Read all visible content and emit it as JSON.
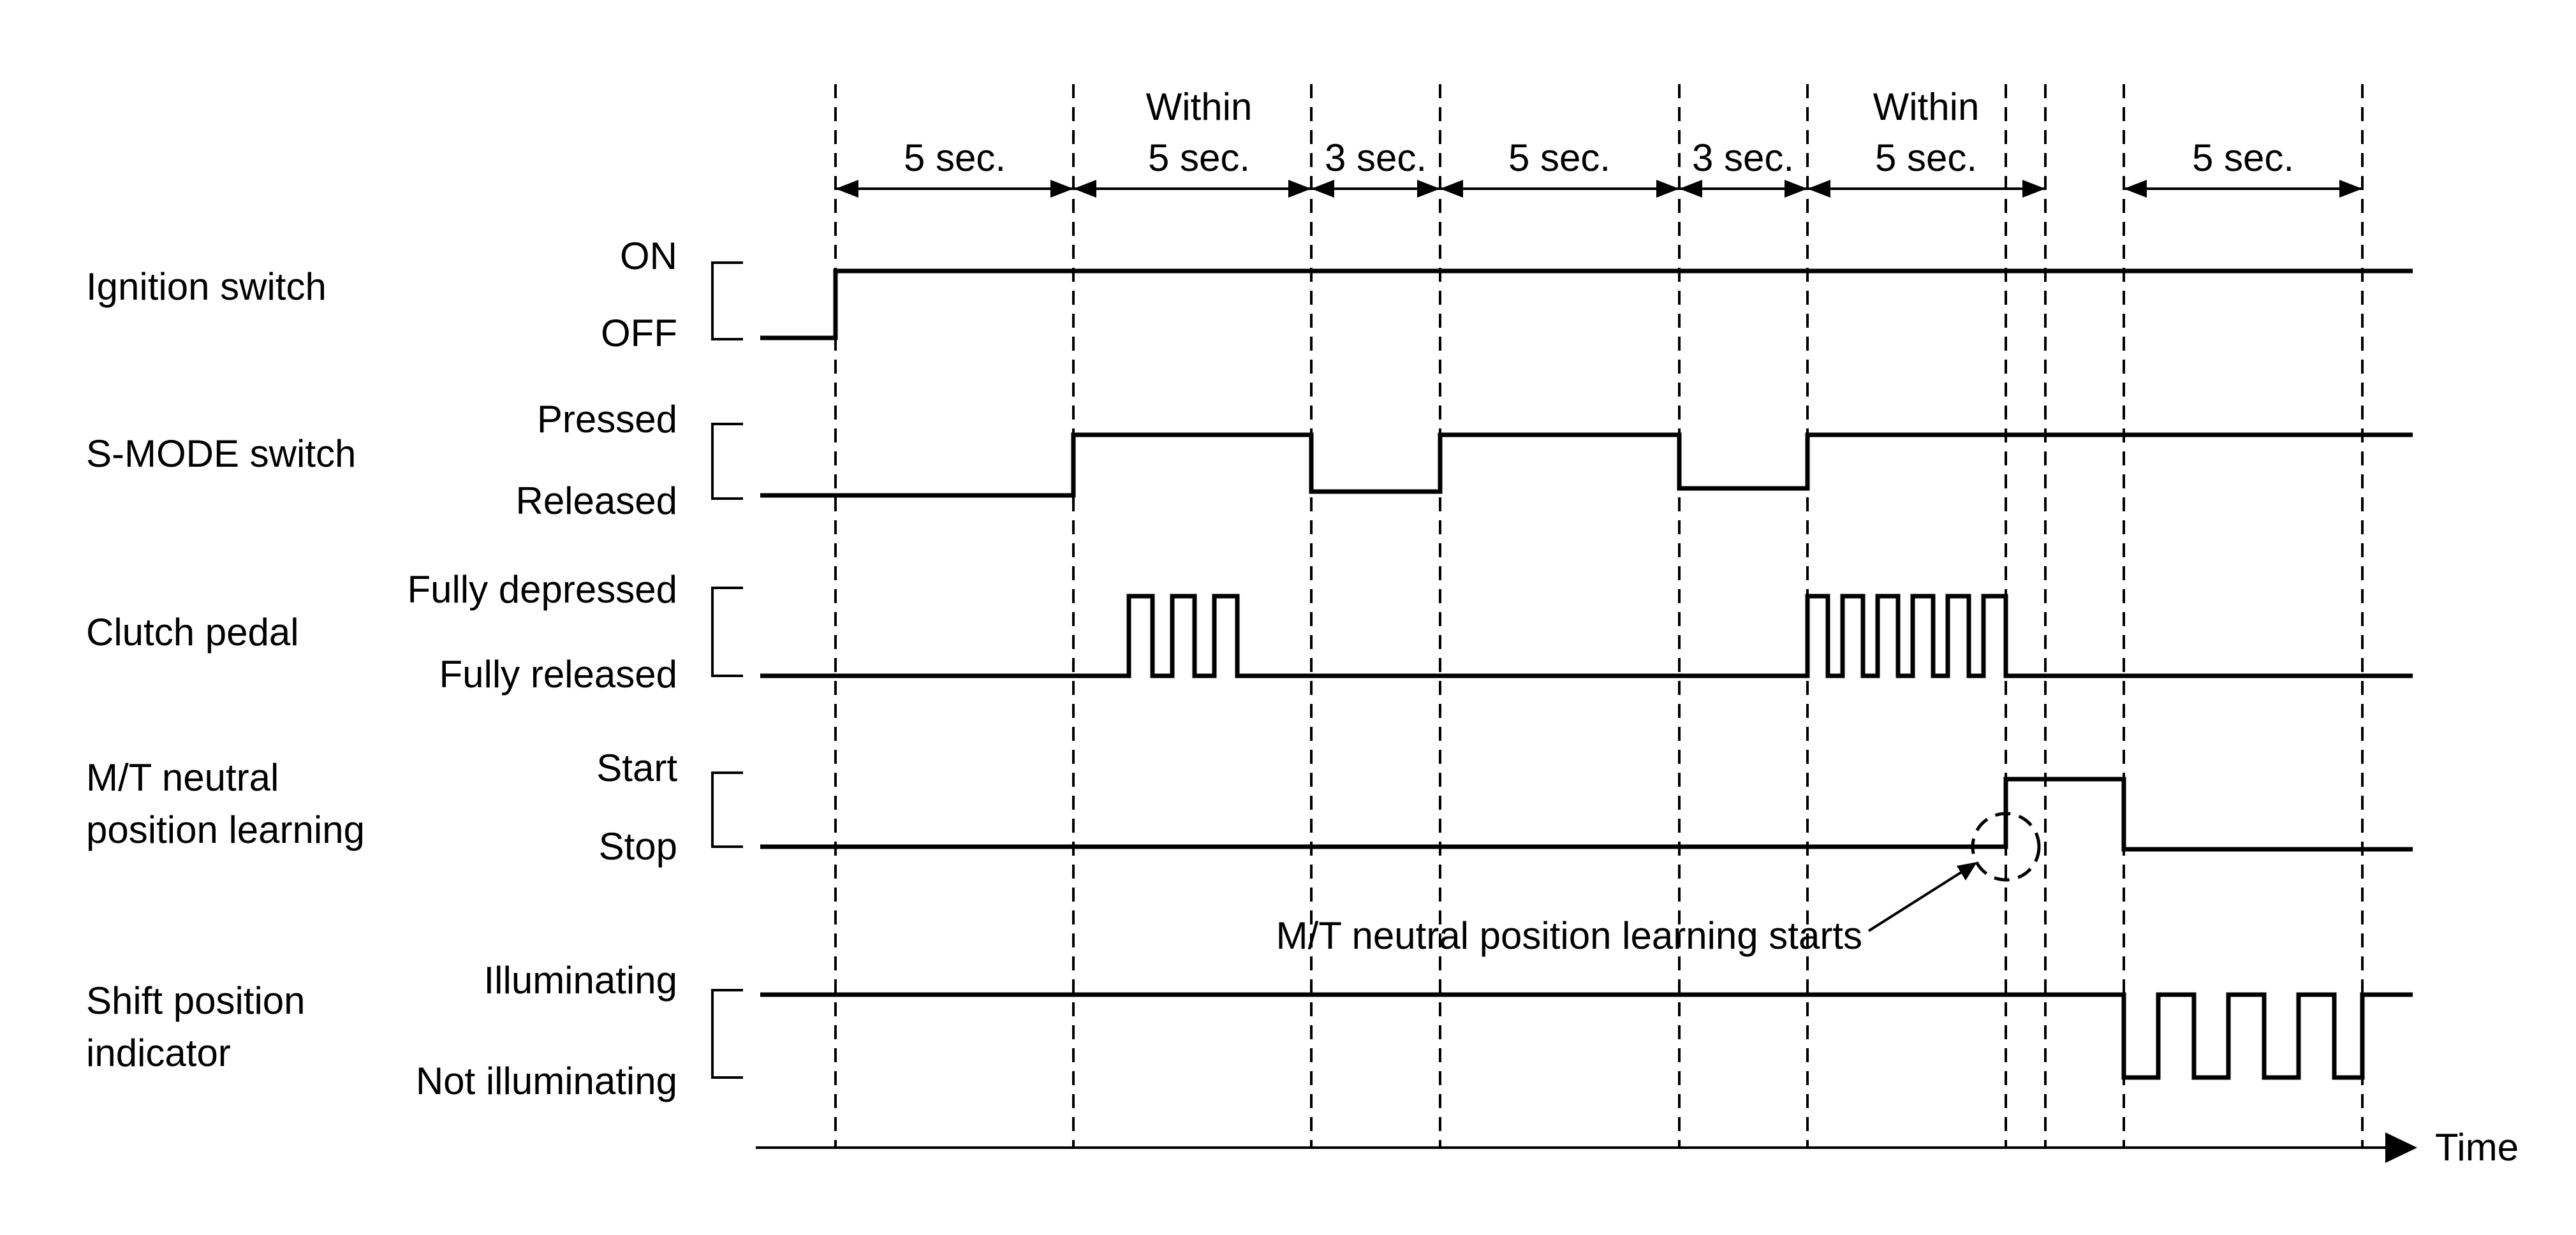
{
  "signals": [
    {
      "name": "Ignition switch",
      "high_label": "ON",
      "low_label": "OFF"
    },
    {
      "name": "S-MODE switch",
      "high_label": "Pressed",
      "low_label": "Released"
    },
    {
      "name": "Clutch pedal",
      "high_label": "Fully depressed",
      "low_label": "Fully released"
    },
    {
      "name_line1": "M/T neutral",
      "name_line2": "position learning",
      "high_label": "Start",
      "low_label": "Stop"
    },
    {
      "name_line1": "Shift position",
      "name_line2": "indicator",
      "high_label": "Illuminating",
      "low_label": "Not illuminating"
    }
  ],
  "intervals": [
    {
      "label": "5 sec."
    },
    {
      "label_line1": "Within",
      "label_line2": "5 sec."
    },
    {
      "label": "3 sec."
    },
    {
      "label": "5 sec."
    },
    {
      "label": "3 sec."
    },
    {
      "label_line1": "Within",
      "label_line2": "5 sec."
    },
    {
      "label": "5 sec."
    }
  ],
  "annotation": {
    "text": "M/T neutral position learning starts"
  },
  "axis": {
    "label": "Time"
  }
}
